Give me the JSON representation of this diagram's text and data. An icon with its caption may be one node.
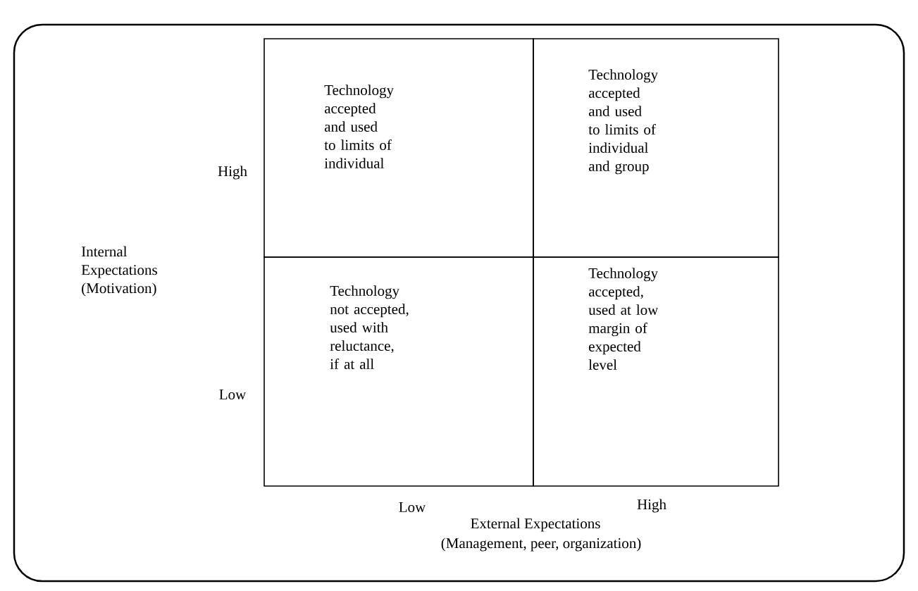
{
  "diagram": {
    "nodes": [
      {
        "text": [
          "Technology accepted and used to limits of individual"
        ]
      },
      {
        "text": [
          "Technology accepted and used to limits of individual and group"
        ]
      },
      {
        "text": [
          "Technology not accepted, used with reluctance, if at all"
        ]
      },
      {
        "text": [
          "Technology accepted, used at low margin of expected level"
        ]
      }
    ],
    "labels": [
      "High",
      "Internal Expectations (Motivation)",
      "Low",
      "Low",
      "High",
      "External Expectations",
      "(Management, peer, organization)"
    ]
  }
}
